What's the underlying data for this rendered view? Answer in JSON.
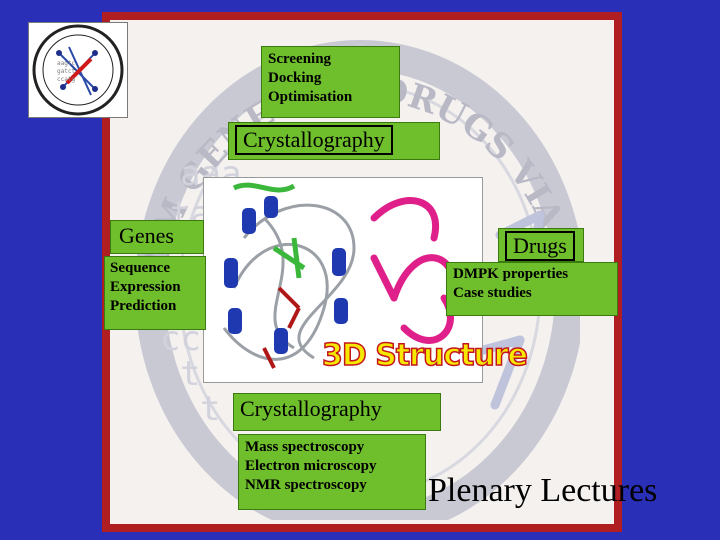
{
  "top_box": {
    "lines": [
      "Screening",
      "Docking",
      "Optimisation"
    ]
  },
  "top_crystallography": "Crystallography",
  "genes_box": {
    "title": "Genes",
    "lines": [
      "Sequence",
      "Expression",
      "Prediction"
    ]
  },
  "drugs_box": {
    "title": "Drugs",
    "lines": [
      "DMPK properties",
      "Case studies"
    ]
  },
  "bottom_crystallography": "Crystallography",
  "bottom_box": {
    "lines": [
      "Mass spectroscopy",
      "Electron microscopy",
      "NMR spectroscopy"
    ]
  },
  "structure_label": "3D Structure",
  "plenary": "Plenary Lectures",
  "seal_text": "FROM GENES TO DRUGS VIA CRYSTALLOGRAPHY",
  "colors": {
    "background": "#2a2fb8",
    "frame": "#b01e22",
    "box": "#6fbe2c"
  }
}
